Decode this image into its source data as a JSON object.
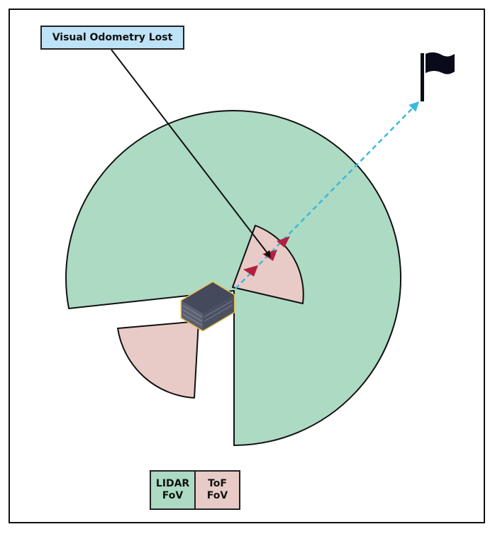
{
  "callout": {
    "text": "Visual Odometry Lost"
  },
  "legend": {
    "lidar": {
      "line1": "LIDAR",
      "line2": "FoV",
      "color": "#acdac3"
    },
    "tof": {
      "line1": "ToF",
      "line2": "FoV",
      "color": "#e8cbc7"
    }
  },
  "colors": {
    "path": "#3bb8e0",
    "landmark": "#b3203f",
    "robot": "#3a3f4e",
    "robot_outline": "#f2c04e",
    "flag": "#0a0a1a"
  },
  "icons": [
    "flag-icon",
    "robot-icon"
  ]
}
